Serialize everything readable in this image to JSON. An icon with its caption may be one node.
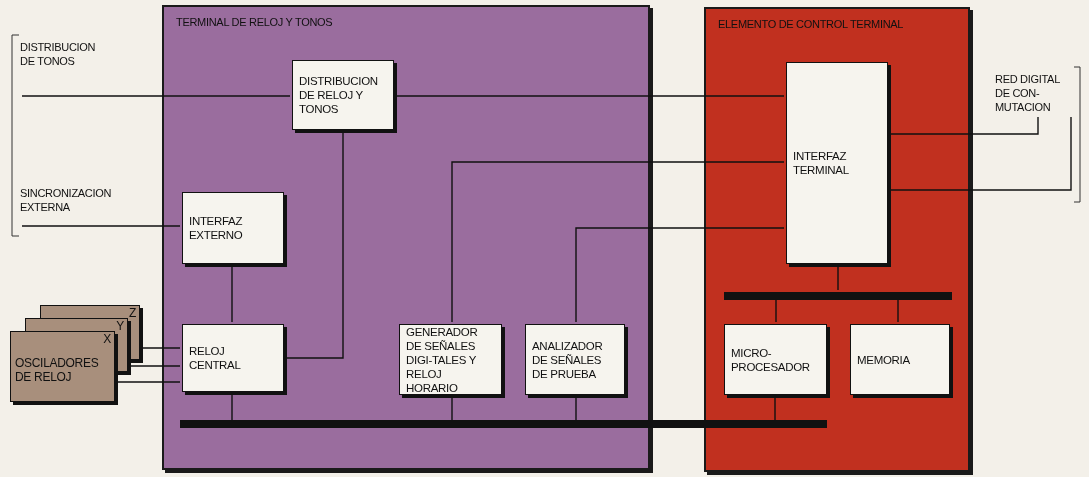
{
  "diagram": {
    "nodes": [
      {
        "text": [
          "DISTRIBUCION DE TONOS"
        ]
      },
      {
        "text": [
          "SINCRONIZACION EXTERNA"
        ]
      },
      {
        "text": [
          "Z",
          "Y",
          "X",
          "OSCILADORES DE RELOJ"
        ]
      },
      {
        "text": [
          "TERMINAL DE RELOJ Y TONOS"
        ]
      },
      {
        "text": [
          "DISTRIBUCION DE RELOJ Y TONOS"
        ],
        "in": 3
      },
      {
        "text": [
          "INTERFAZ EXTERNO"
        ],
        "in": 3
      },
      {
        "text": [
          "RELOJ CENTRAL"
        ],
        "in": 3
      },
      {
        "text": [
          "GENERADOR DE SEÑALES DIGI-TALES Y RELOJ HORARIO"
        ],
        "in": 3
      },
      {
        "text": [
          "ANALIZADOR DE SEÑALES DE PRUEBA"
        ],
        "in": 3
      },
      {
        "text": [],
        "shape": "bar"
      },
      {
        "text": [
          "ELEMENTO DE CONTROL TERMINAL"
        ]
      },
      {
        "text": [
          "INTERFAZ TERMINAL"
        ],
        "in": 10
      },
      {
        "text": [],
        "shape": "bar",
        "in": 10
      },
      {
        "text": [
          "MICRO-PROCESADOR"
        ],
        "in": 10
      },
      {
        "text": [
          "MEMORIA"
        ],
        "in": 10
      },
      {
        "text": [
          "RED DIGITAL DE CON-MUTACION"
        ]
      }
    ],
    "edges": [
      {
        "from": 0,
        "to": 4,
        "arrow": "none"
      },
      {
        "from": 4,
        "to": 11,
        "arrow": "none"
      },
      {
        "from": 1,
        "to": 5,
        "arrow": "none"
      },
      {
        "from": 5,
        "to": 6,
        "arrow": "none"
      },
      {
        "from": 2,
        "to": 6,
        "arrow": "none"
      },
      {
        "from": 2,
        "to": 6,
        "arrow": "none"
      },
      {
        "from": 2,
        "to": 6,
        "arrow": "none"
      },
      {
        "from": 6,
        "to": 4,
        "arrow": "none"
      },
      {
        "from": 6,
        "to": 9,
        "arrow": "none"
      },
      {
        "from": 7,
        "to": 11,
        "arrow": "none"
      },
      {
        "from": 7,
        "to": 9,
        "arrow": "none"
      },
      {
        "from": 8,
        "to": 11,
        "arrow": "none"
      },
      {
        "from": 8,
        "to": 9,
        "arrow": "none"
      },
      {
        "from": 13,
        "to": 9,
        "arrow": "none"
      },
      {
        "from": 11,
        "to": 12,
        "arrow": "none"
      },
      {
        "from": 12,
        "to": 13,
        "arrow": "none"
      },
      {
        "from": 12,
        "to": 14,
        "arrow": "none"
      },
      {
        "from": 11,
        "to": 15,
        "arrow": "none"
      },
      {
        "from": 11,
        "to": 15,
        "arrow": "none"
      }
    ]
  }
}
